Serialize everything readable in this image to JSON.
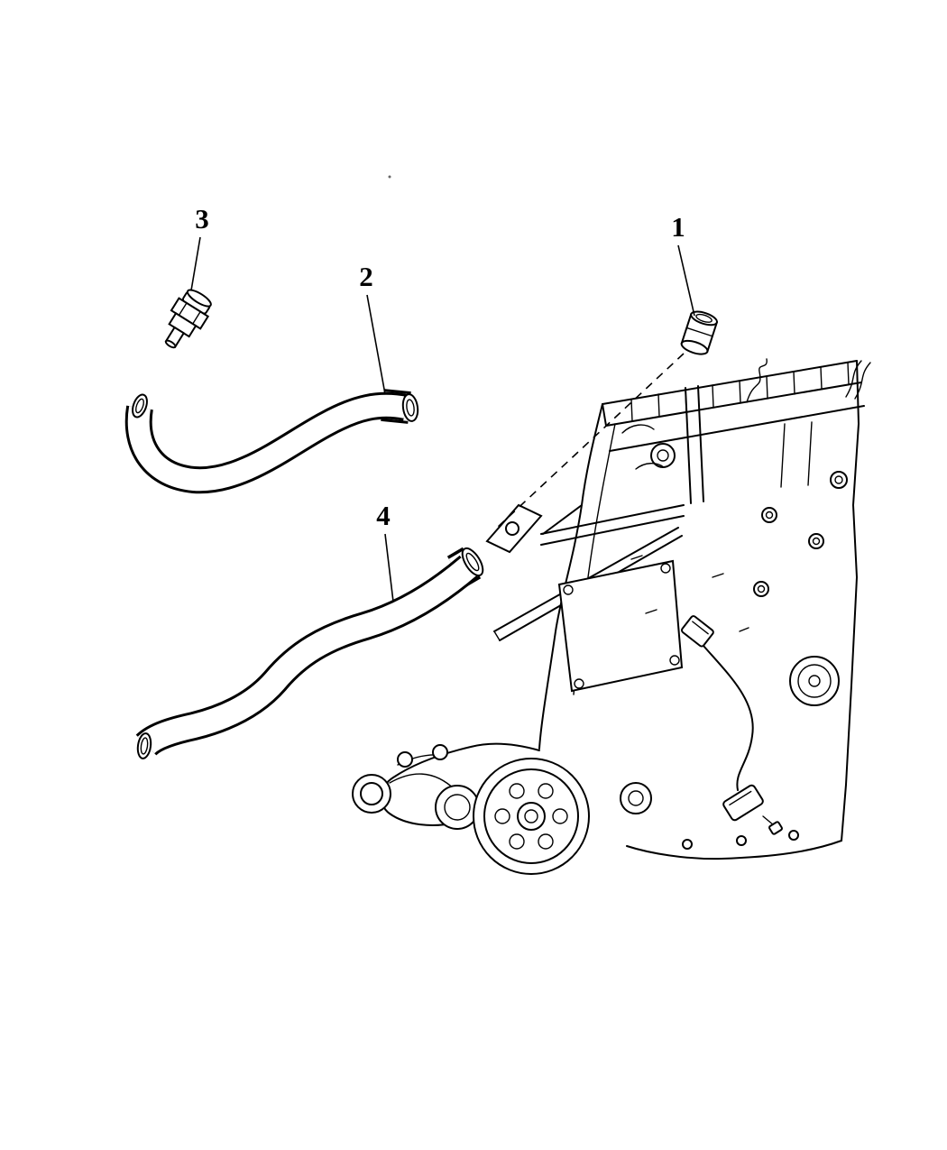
{
  "diagram": {
    "background_color": "#ffffff",
    "line_color": "#000000",
    "callouts": [
      {
        "label": "1"
      },
      {
        "label": "2"
      },
      {
        "label": "3"
      },
      {
        "label": "4"
      }
    ]
  }
}
